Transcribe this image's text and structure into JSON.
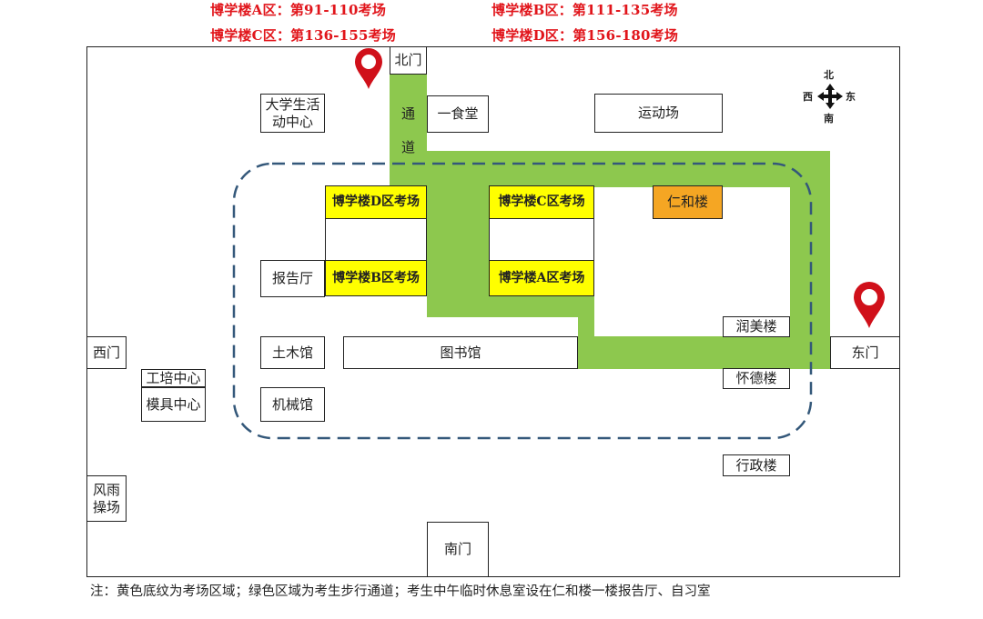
{
  "header": {
    "a_zone": "博学楼A区：第91-110考场",
    "b_zone": "博学楼B区：第111-135考场",
    "c_zone": "博学楼C区：第136-155考场",
    "d_zone": "博学楼D区：第156-180考场"
  },
  "compass": {
    "north": "北",
    "south": "南",
    "east": "东",
    "west": "西"
  },
  "passage": {
    "char1": "通",
    "char2": "道"
  },
  "buildings": {
    "north_gate": "北门",
    "student_center": "大学生活\n动中心",
    "canteen": "一食堂",
    "sports_field": "运动场",
    "boxue_d": "博学楼D区考场",
    "boxue_c": "博学楼C区考场",
    "renhe": "仁和楼",
    "lecture_hall": "报告厅",
    "boxue_b": "博学楼B区考场",
    "boxue_a": "博学楼A区考场",
    "runmei": "润美楼",
    "west_gate": "西门",
    "civil": "土木馆",
    "library": "图书馆",
    "east_gate": "东门",
    "training_center": "工培中心",
    "mould_center": "模具中心",
    "mechanical": "机械馆",
    "huaide": "怀德楼",
    "admin": "行政楼",
    "playground": "风雨\n操场",
    "south_gate": "南门"
  },
  "colors": {
    "exam_area": "#ffff00",
    "walkway": "#8dc84e",
    "rest_building": "#f5a623",
    "header_text": "#e1151b",
    "location_pin": "#d0101a"
  },
  "note": "注：黄色底纹为考场区域；绿色区域为考生步行通道；考生中午临时休息室设在仁和楼一楼报告厅、自习室"
}
